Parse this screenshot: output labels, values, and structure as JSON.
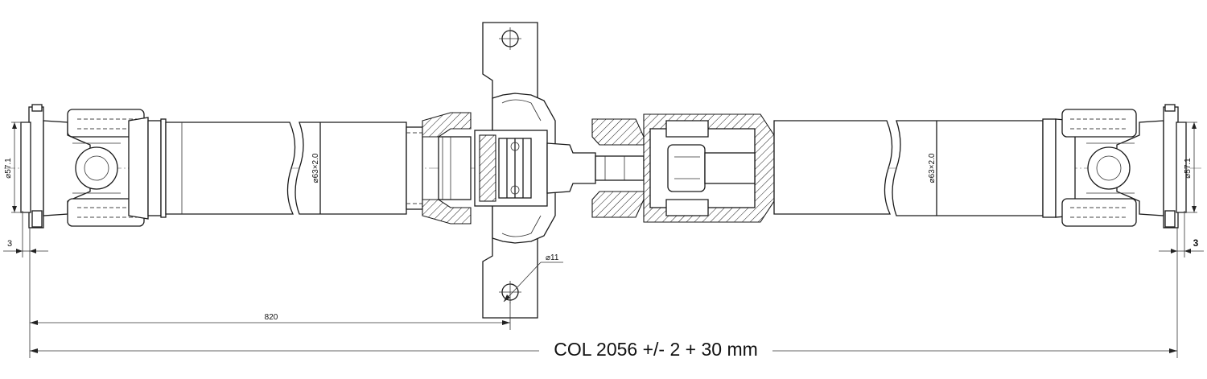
{
  "drawing": {
    "total_length_label": "COL 2056 +/- 2 + 30 mm",
    "bearing_position_label": "820",
    "flange_offset_left_label": "3",
    "flange_offset_right_label": "3",
    "hole_diameter_label": "⌀11",
    "tube_front_label": "⌀63×2.0",
    "tube_rear_label": "⌀63×2.0",
    "flange_left_diameter_label": "⌀57.1",
    "flange_right_diameter_label": "⌀57.1"
  },
  "colors": {
    "line": "#1a1a1a",
    "background": "#ffffff"
  }
}
